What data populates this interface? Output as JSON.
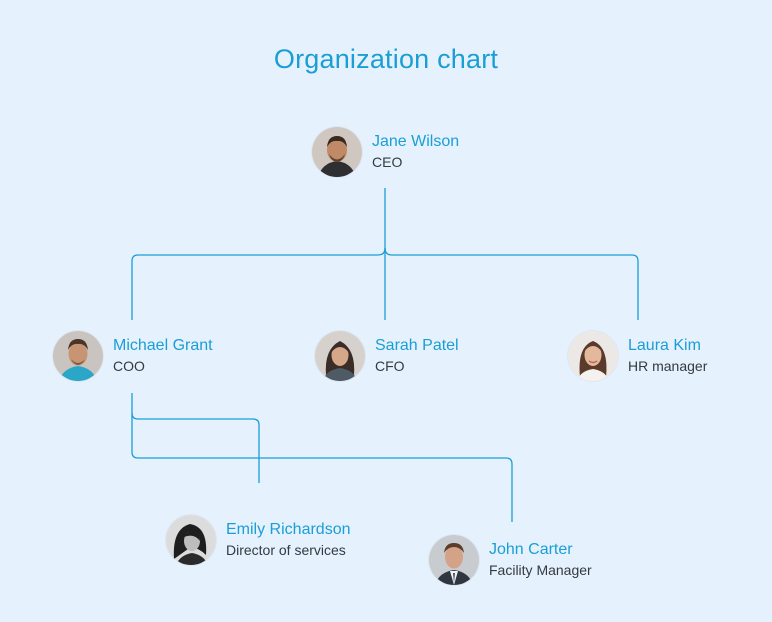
{
  "title": "Organization chart",
  "colors": {
    "background": "#e6f1fe",
    "accent": "#1a9ed6",
    "text": "#333a40"
  },
  "people": {
    "ceo": {
      "name": "Jane Wilson",
      "role": "CEO"
    },
    "coo": {
      "name": "Michael Grant",
      "role": "COO"
    },
    "cfo": {
      "name": "Sarah Patel",
      "role": "CFO"
    },
    "hr": {
      "name": "Laura Kim",
      "role": "HR manager"
    },
    "director_services": {
      "name": "Emily Richardson",
      "role": "Director of services"
    },
    "facility": {
      "name": "John Carter",
      "role": "Facility Manager"
    }
  },
  "hierarchy": [
    {
      "from": "ceo",
      "to": [
        "coo",
        "cfo",
        "hr"
      ]
    },
    {
      "from": "coo",
      "to": [
        "director_services",
        "facility"
      ]
    }
  ]
}
